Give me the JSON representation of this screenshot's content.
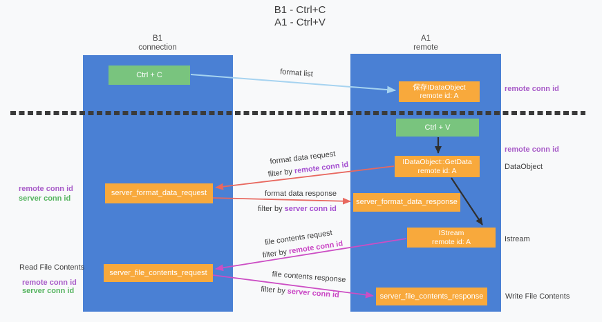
{
  "title": {
    "line1": "B1 - Ctrl+C",
    "line2": "A1 - Ctrl+V"
  },
  "lifelines": {
    "b1": {
      "name": "B1",
      "role": "connection"
    },
    "a1": {
      "name": "A1",
      "role": "remote"
    }
  },
  "boxes": {
    "ctrl_c": {
      "label": "Ctrl + C"
    },
    "ctrl_v": {
      "label": "Ctrl + V"
    },
    "save_dataobject": {
      "line1": "保存IDataObject",
      "line2": "remote id: A"
    },
    "getdata": {
      "line1": "IDataObject::GetData",
      "line2": "remote id: A"
    },
    "istream": {
      "line1": "IStream",
      "line2": "remote id: A"
    },
    "format_request": {
      "label": "server_format_data_request"
    },
    "format_response": {
      "label": "server_format_data_response"
    },
    "file_request": {
      "label": "server_file_contents_request"
    },
    "file_response": {
      "label": "server_file_contents_response"
    }
  },
  "messages": {
    "format_list": "format list",
    "format_data_request": "format data request",
    "format_data_response": "format data response",
    "file_contents_request": "file contents request",
    "file_contents_response": "file contents response",
    "filter_by": "filter by ",
    "remote_conn_id": "remote conn id",
    "server_conn_id": "server conn id"
  },
  "side_labels": {
    "left": {
      "remote_conn_id_1": "remote conn id",
      "server_conn_id_1": "server conn id",
      "read_file_contents": "Read File Contents",
      "remote_conn_id_2": "remote conn id",
      "server_conn_id_2": "server conn id"
    },
    "right": {
      "remote_conn_id_1": "remote conn id",
      "remote_conn_id_2": "remote conn id",
      "dataobject": "DataObject",
      "istream": "Istream",
      "write_file_contents": "Write File Contents"
    }
  },
  "colors": {
    "background": "#f8f9fa",
    "lifeline_blue": "#4a80d4",
    "box_green": "#79c47e",
    "box_orange": "#f8a93c",
    "arrow_blue": "#a6d3f0",
    "arrow_red": "#e8685f",
    "arrow_magenta": "#cc4ec4",
    "arrow_black": "#2f2f2f",
    "dashed_line": "#3b3b3b",
    "label_purple": "#a85cc8",
    "label_green": "#55b45f",
    "filter_purple": "#a44fd0",
    "filter_magenta": "#ca47c5"
  }
}
